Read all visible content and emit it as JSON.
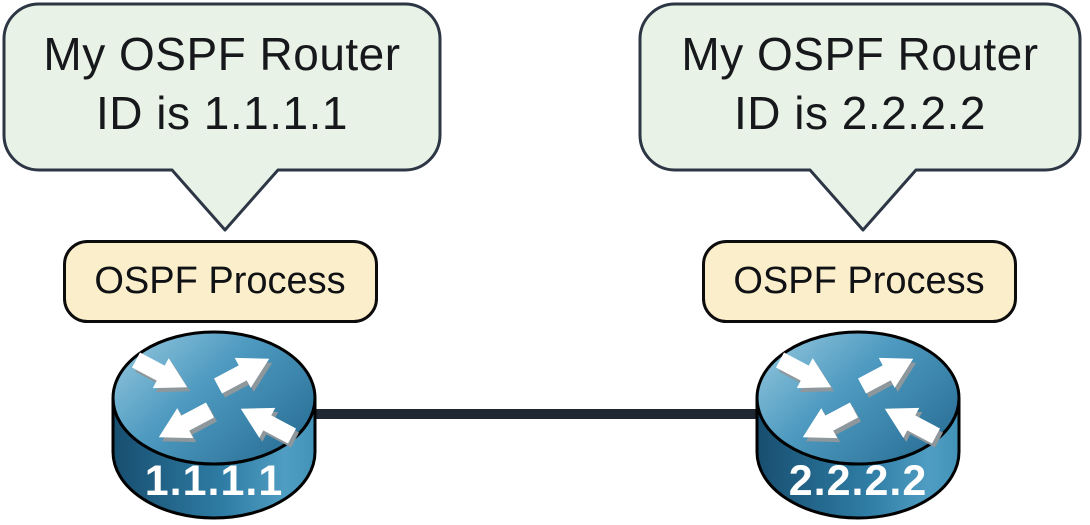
{
  "callouts": [
    {
      "line1": "My OSPF Router",
      "line2": "ID is 1.1.1.1"
    },
    {
      "line1": "My OSPF Router",
      "line2": "ID is 2.2.2.2"
    }
  ],
  "process_boxes": [
    {
      "label": "OSPF Process"
    },
    {
      "label": "OSPF Process"
    }
  ],
  "routers": [
    {
      "label": "1.1.1.1"
    },
    {
      "label": "2.2.2.2"
    }
  ],
  "colors": {
    "callout_fill": "#e9f2e6",
    "callout_border": "#2d3644",
    "process_fill": "#fbeecb",
    "process_border": "#0c0c0c",
    "link_line": "#1f2733",
    "router_top_blue": "#4e9ac0",
    "router_side_blue": "#2f7da5",
    "router_outline": "#000000",
    "arrow_fill": "#ffffff",
    "arrow_shadow": "#8e979c",
    "callout_text": "#16181c",
    "router_label_text": "#ffffff"
  }
}
